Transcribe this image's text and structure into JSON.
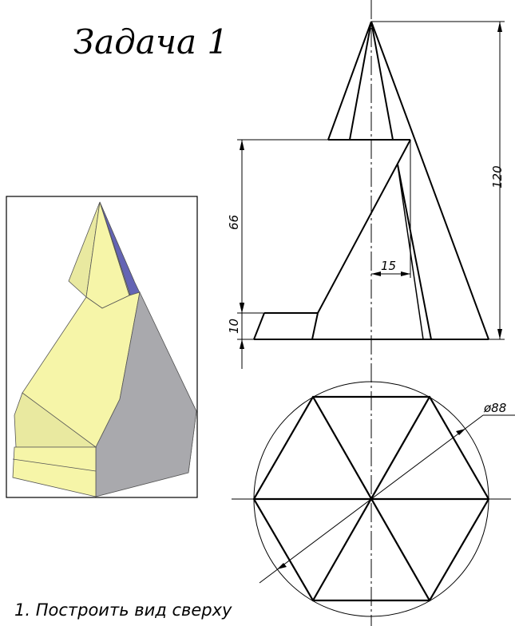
{
  "title": "Задача 1",
  "caption": "1. Построить вид сверху",
  "dimensions": {
    "total_height": "120",
    "cut_height": "66",
    "base_height": "10",
    "offset": "15",
    "diameter": "ø88"
  },
  "colors": {
    "face_yellow": "#f6f5a8",
    "face_yellow_light": "#e9e9a0",
    "face_gray": "#a9a9ad",
    "face_blue": "#6464b4",
    "line": "#000000"
  }
}
